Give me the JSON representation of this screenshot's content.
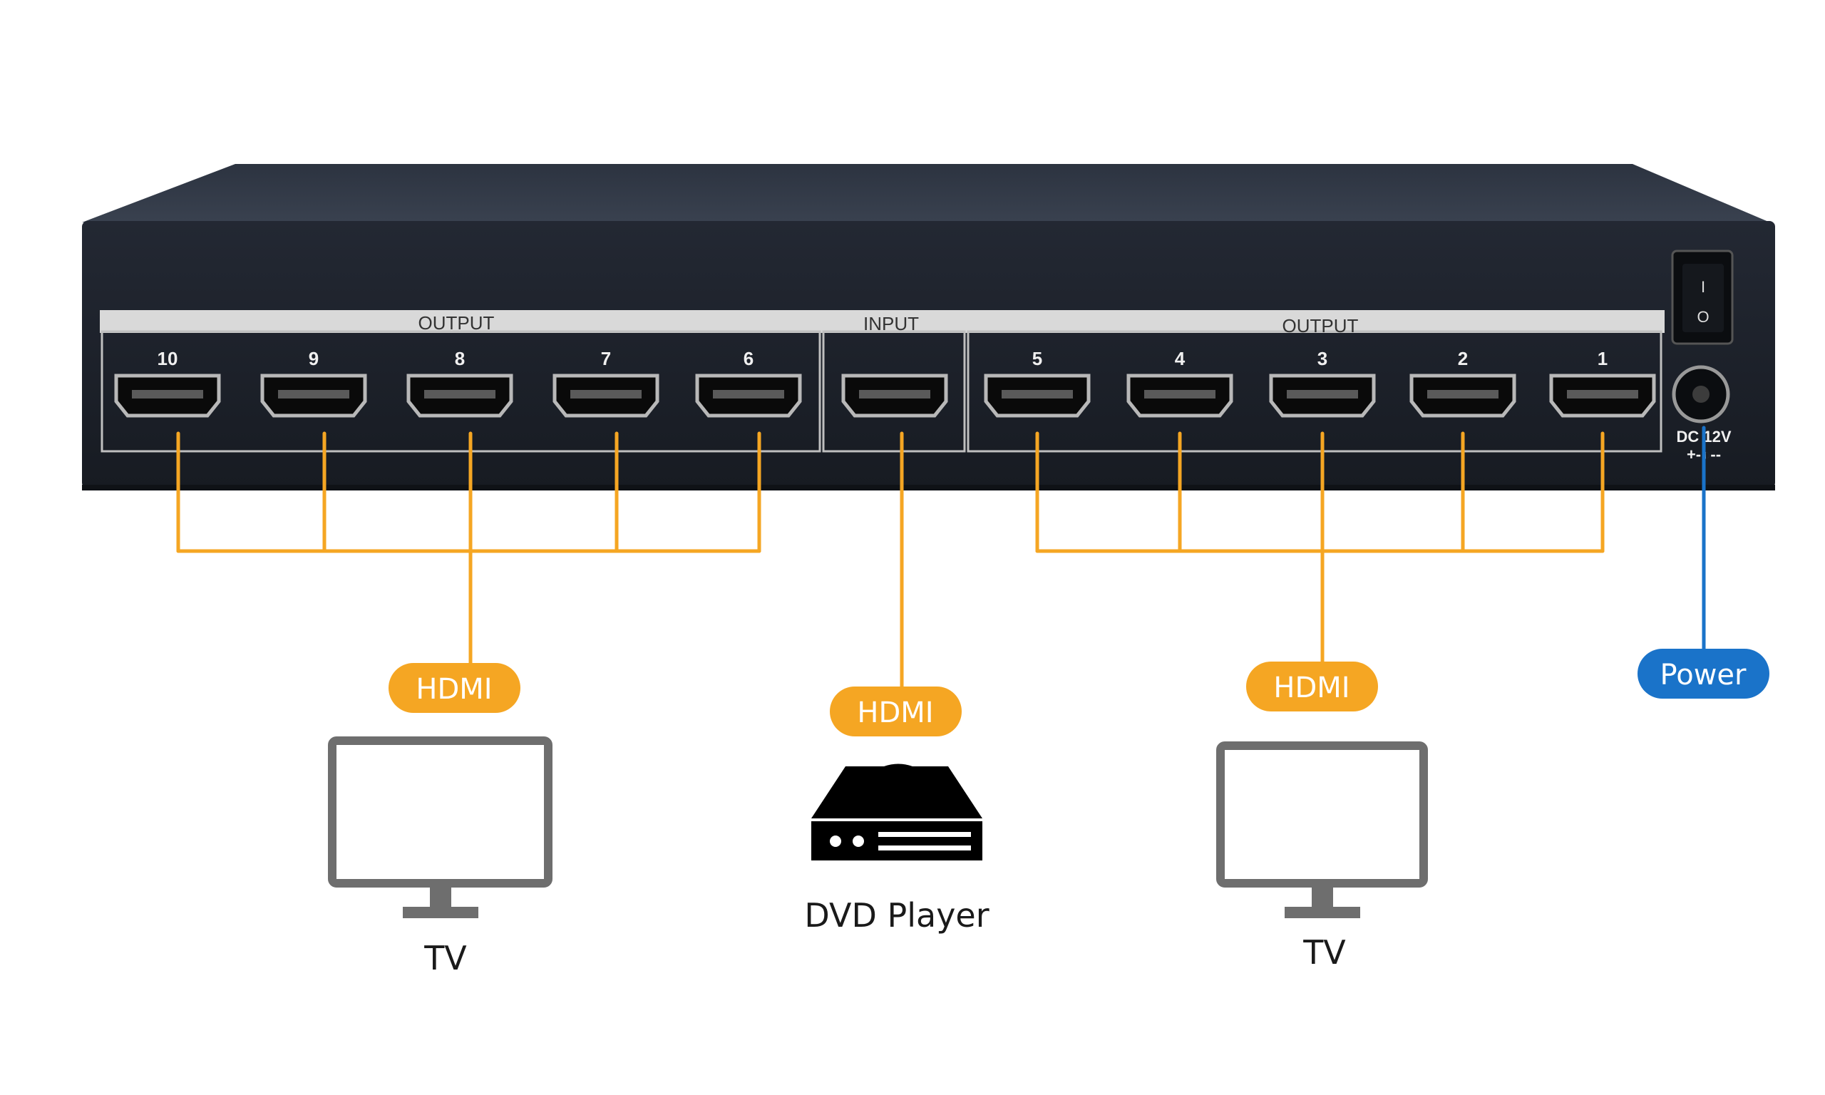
{
  "device": {
    "panel_labels": {
      "output_left": "OUTPUT",
      "input": "INPUT",
      "output_right": "OUTPUT"
    },
    "port_numbers": [
      "10",
      "9",
      "8",
      "7",
      "6",
      "5",
      "4",
      "3",
      "2",
      "1"
    ],
    "dc_label": "DC 12V",
    "polarity_label": "+-◐--",
    "switch_on": "I",
    "switch_off": "O"
  },
  "connections": {
    "hdmi_left": "HDMI",
    "hdmi_center": "HDMI",
    "hdmi_right": "HDMI",
    "power": "Power"
  },
  "devices": {
    "tv_left": "TV",
    "dvd": "DVD Player",
    "tv_right": "TV"
  },
  "colors": {
    "hdmi_line": "#f5a623",
    "power_line": "#1a73c9",
    "chassis": "#1d2129",
    "icon_gray": "#6e6e6e"
  }
}
